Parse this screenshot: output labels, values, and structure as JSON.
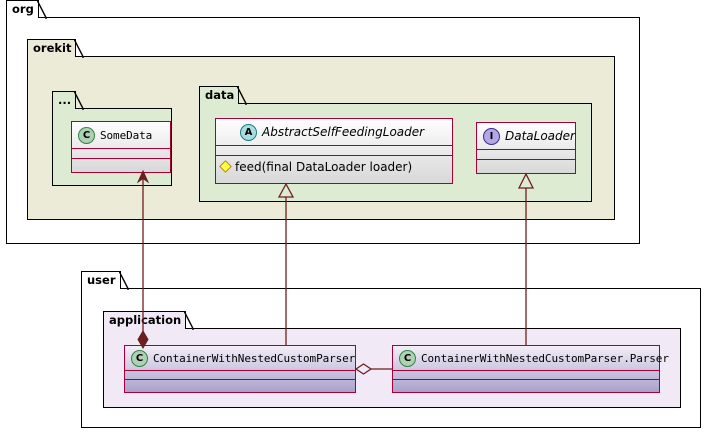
{
  "diagram": {
    "type": "uml-class-diagram",
    "colors": {
      "package_border": "#000000",
      "package_org_fill": "#FFFFFF",
      "package_orekit_fill": "#ECEBD7",
      "package_data_fill": "#DDEBD2",
      "package_dots_fill": "#DDEBD2",
      "package_user_fill": "#FFFFFF",
      "package_application_fill": "#F1EAF6",
      "class_border": "#A80036",
      "connector": "#6D1F1F",
      "class_badge_class": "#ADD1B2",
      "class_badge_abstract": "#A9DCDF",
      "class_badge_interface": "#B4A7E5",
      "method_visibility_public": "#FFFF44"
    }
  },
  "packages": {
    "org": {
      "label": "org"
    },
    "orekit": {
      "label": "orekit"
    },
    "dots": {
      "label": "..."
    },
    "data": {
      "label": "data"
    },
    "user": {
      "label": "user"
    },
    "application": {
      "label": "application"
    }
  },
  "classes": {
    "some_data": {
      "name": "SomeData",
      "stereotype_letter": "C",
      "kind": "class",
      "attributes": [],
      "methods": []
    },
    "abstract_self_feeding_loader": {
      "name": "AbstractSelfFeedingLoader",
      "stereotype_letter": "A",
      "kind": "abstract-class",
      "attributes": [],
      "methods": [
        "feed(final DataLoader loader)"
      ],
      "method_visibility": "+"
    },
    "data_loader": {
      "name": "DataLoader",
      "stereotype_letter": "I",
      "kind": "interface",
      "attributes": [],
      "methods": []
    },
    "container_with_nested_custom_parser": {
      "name": "ContainerWithNestedCustomParser",
      "stereotype_letter": "C",
      "kind": "class",
      "attributes": [],
      "methods": []
    },
    "container_with_nested_custom_parser_parser": {
      "name": "ContainerWithNestedCustomParser.Parser",
      "stereotype_letter": "C",
      "kind": "class",
      "attributes": [],
      "methods": []
    }
  },
  "relationships": [
    {
      "from": "container_with_nested_custom_parser",
      "to": "some_data",
      "type": "composition",
      "marker": "filled-diamond-and-arrow"
    },
    {
      "from": "container_with_nested_custom_parser",
      "to": "abstract_self_feeding_loader",
      "type": "generalization",
      "marker": "hollow-triangle"
    },
    {
      "from": "container_with_nested_custom_parser_parser",
      "to": "data_loader",
      "type": "realization",
      "marker": "hollow-triangle"
    },
    {
      "from": "container_with_nested_custom_parser",
      "to": "container_with_nested_custom_parser_parser",
      "type": "aggregation",
      "marker": "hollow-diamond"
    }
  ]
}
